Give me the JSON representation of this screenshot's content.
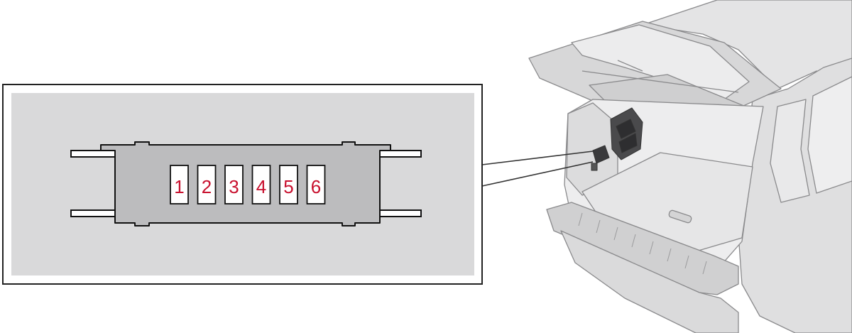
{
  "fuse_panel": {
    "fuses": [
      {
        "label": "1"
      },
      {
        "label": "2"
      },
      {
        "label": "3"
      },
      {
        "label": "4"
      },
      {
        "label": "5"
      },
      {
        "label": "6"
      }
    ],
    "number_color": "#c8102e"
  },
  "colors": {
    "inset_background": "#d9d9da",
    "fuse_box_body": "#bcbcbe",
    "car_body": "#e4e4e5",
    "car_outline": "#8a8a8c"
  }
}
